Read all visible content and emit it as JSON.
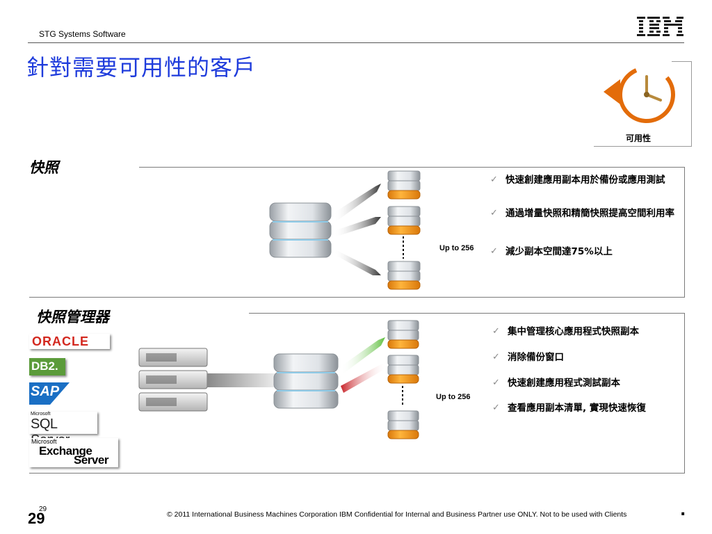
{
  "header": {
    "text": "STG Systems Software",
    "logo": "IBM"
  },
  "title": "針對需要可用性的客戶",
  "availability": {
    "label": "可用性",
    "icon": "clock-restore-icon",
    "accent": "#e36c0a"
  },
  "snapshot": {
    "title": "快照",
    "up_to": "Up to 256",
    "bullets": [
      "快速創建應用副本用於備份或應用測試",
      "通過增量快照和精簡快照提高空間利用率",
      "減少副本空間達75%以上"
    ]
  },
  "snapshot_manager": {
    "title": "快照管理器",
    "up_to": "Up to 256",
    "bullets": [
      "集中管理核心應用程式快照副本",
      "消除備份窗口",
      "快速創建應用程式測試副本",
      "查看應用副本清單, 實現快速恢復"
    ],
    "logos": {
      "oracle": "ORACLE",
      "db2": "DB2.",
      "sap": "SAP",
      "sql_ms": "Microsoft",
      "sql": "SQL Server",
      "exchange_ms": "Microsoft",
      "exchange_1": "Exchange",
      "exchange_2": "Server"
    }
  },
  "footer": {
    "page_big": "29",
    "page_small": "29",
    "text": "© 2011 International Business Machines Corporation    IBM Confidential for Internal and Business Partner use ONLY. Not to be used with Clients",
    "dot": "."
  },
  "colors": {
    "title": "#1f3cdc",
    "disk_orange": "#f29a1a",
    "arrow_green": "#5fbf3f",
    "arrow_red": "#c8242a"
  }
}
